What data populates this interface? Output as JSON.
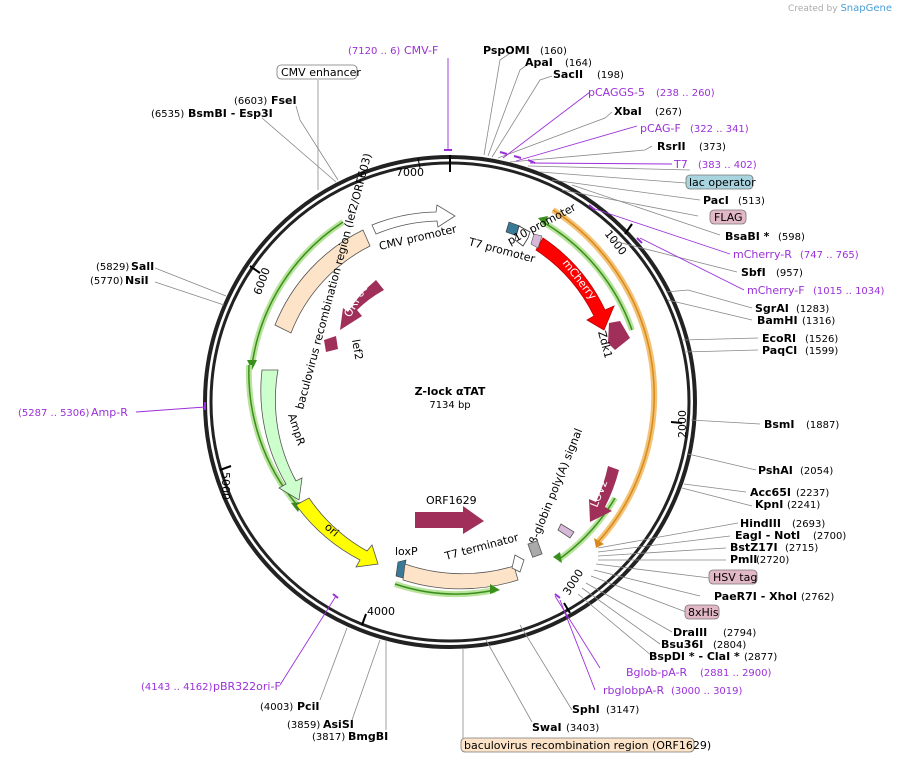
{
  "credit": {
    "prefix": "Created by",
    "brand": "SnapGene"
  },
  "center": {
    "name": "Z-lock αTAT",
    "size": "7134 bp"
  },
  "ticks": [
    "1000",
    "2000",
    "3000",
    "4000",
    "5000",
    "6000",
    "7000"
  ],
  "colors": {
    "primer": "#9b30d9",
    "feature_region": "#fde4c8",
    "mcherry": "#ff0000",
    "protein": "#a0305a",
    "ori": "#ffff00",
    "ampr": "#ccffcc",
    "orf_line": "#3a8f1c",
    "lac": "#a8d4e0",
    "tag": "#e3b8c6"
  },
  "features": {
    "cmv_promoter": "CMV promoter",
    "t7_promoter": "T7 promoter",
    "p10_promoter": "p10 promoter",
    "mcherry": "mCherry",
    "zdk1": "Zdk1",
    "lov2": "LOV2",
    "bglobin": "β-globin poly(A) signal",
    "t7_terminator": "T7 terminator",
    "loxp": "loxP",
    "orf1629": "ORF1629",
    "ori": "ori",
    "ampr": "AmpR",
    "bac_region": "baculovirus recombination region (lef2/ORF603)",
    "lef2": "lef2",
    "orf603": "ORF603"
  },
  "sites_right": [
    {
      "name": "PspOMI",
      "pos": "(160)"
    },
    {
      "name": "ApaI",
      "pos": "(164)"
    },
    {
      "name": "SacII",
      "pos": "(198)"
    },
    {
      "name": "XbaI",
      "pos": "(267)"
    },
    {
      "name": "RsrII",
      "pos": "(373)"
    },
    {
      "name": "PacI",
      "pos": "(513)"
    },
    {
      "name": "BsaBI *",
      "pos": "(598)"
    },
    {
      "name": "SbfI",
      "pos": "(957)"
    },
    {
      "name": "SgrAI",
      "pos": "(1283)"
    },
    {
      "name": "BamHI",
      "pos": "(1316)"
    },
    {
      "name": "EcoRI",
      "pos": "(1526)"
    },
    {
      "name": "PaqCI",
      "pos": "(1599)"
    },
    {
      "name": "BsmI",
      "pos": "(1887)"
    },
    {
      "name": "PshAI",
      "pos": "(2054)"
    },
    {
      "name": "Acc65I",
      "pos": "(2237)"
    },
    {
      "name": "KpnI",
      "pos": "(2241)"
    },
    {
      "name": "HindIII",
      "pos": "(2693)"
    },
    {
      "name": "EagI - NotI",
      "pos": "(2700)"
    },
    {
      "name": "BstZ17I",
      "pos": "(2715)"
    },
    {
      "name": "PmlI",
      "pos": "(2720)"
    },
    {
      "name": "PaeR7I - XhoI",
      "pos": "(2762)"
    },
    {
      "name": "DraIII",
      "pos": "(2794)"
    },
    {
      "name": "Bsu36I",
      "pos": "(2804)"
    },
    {
      "name": "BspDI * - ClaI *",
      "pos": "(2877)"
    },
    {
      "name": "SphI",
      "pos": "(3147)"
    },
    {
      "name": "SwaI",
      "pos": "(3403)"
    }
  ],
  "sites_left": [
    {
      "name": "FseI",
      "pos": "(6603)"
    },
    {
      "name": "BsmBI - Esp3I",
      "pos": "(6535)"
    },
    {
      "name": "SalI",
      "pos": "(5829)"
    },
    {
      "name": "NsiI",
      "pos": "(5770)"
    },
    {
      "name": "PciI",
      "pos": "(4003)"
    },
    {
      "name": "AsiSI",
      "pos": "(3859)"
    },
    {
      "name": "BmgBI",
      "pos": "(3817)"
    }
  ],
  "primers": [
    {
      "name": "CMV-F",
      "range": "(7120 .. 6)"
    },
    {
      "name": "pCAGGS-5",
      "range": "(238 .. 260)"
    },
    {
      "name": "pCAG-F",
      "range": "(322 .. 341)"
    },
    {
      "name": "T7",
      "range": "(383 .. 402)"
    },
    {
      "name": "mCherry-R",
      "range": "(747 .. 765)"
    },
    {
      "name": "mCherry-F",
      "range": "(1015 .. 1034)"
    },
    {
      "name": "Bglob-pA-R",
      "range": "(2881 .. 2900)"
    },
    {
      "name": "rbglobpA-R",
      "range": "(3000 .. 3019)"
    },
    {
      "name": "Amp-R",
      "range": "(5287 .. 5306)"
    },
    {
      "name": "pBR322ori-F",
      "range": "(4143 .. 4162)"
    }
  ],
  "boxed": {
    "cmv_enhancer": "CMV enhancer",
    "lac_operator": "lac operator",
    "flag": "FLAG",
    "hsv_tag": "HSV tag",
    "his8": "8xHis",
    "bac_orf1629": "baculovirus recombination region (ORF1629)"
  }
}
